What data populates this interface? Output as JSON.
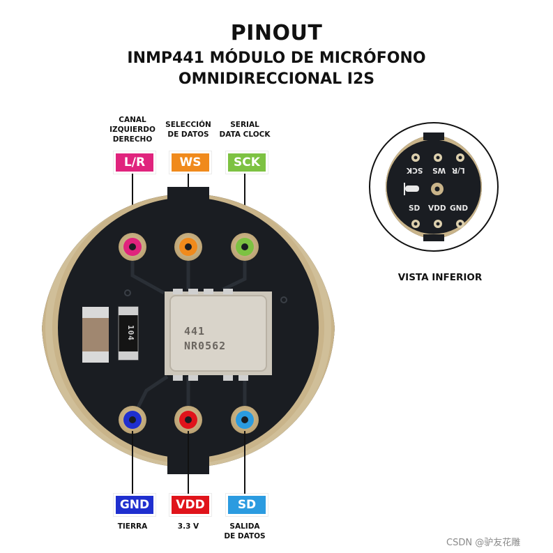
{
  "title": "PINOUT",
  "subtitle_line1": "INMP441 MÓDULO DE MICRÓFONO",
  "subtitle_line2": "OMNIDIRECCIONAL I2S",
  "top_pins": [
    {
      "label": "L/R",
      "description": "CANAL\nIZQUIERDO\nDERECHO",
      "color": "#e0237d"
    },
    {
      "label": "WS",
      "description": "SELECCIÓN\nDE DATOS",
      "color": "#f08a1c"
    },
    {
      "label": "SCK",
      "description": "SERIAL\nDATA CLOCK",
      "color": "#7dc242"
    }
  ],
  "bottom_pins": [
    {
      "label": "GND",
      "description": "TIERRA",
      "color": "#1f2fcf"
    },
    {
      "label": "VDD",
      "description": "3.3 V",
      "color": "#e0141b"
    },
    {
      "label": "SD",
      "description": "SALIDA\nDE DATOS",
      "color": "#2b9be0"
    }
  ],
  "chip": {
    "line1": "441",
    "line2": "NR0562",
    "resistor": "104"
  },
  "bottom_view": {
    "label": "VISTA INFERIOR",
    "top_silk": [
      "SCK",
      "WS",
      "L/R"
    ],
    "bottom_silk": [
      "SD",
      "VDD",
      "GND"
    ]
  },
  "watermark": "CSDN @驴友花雕"
}
